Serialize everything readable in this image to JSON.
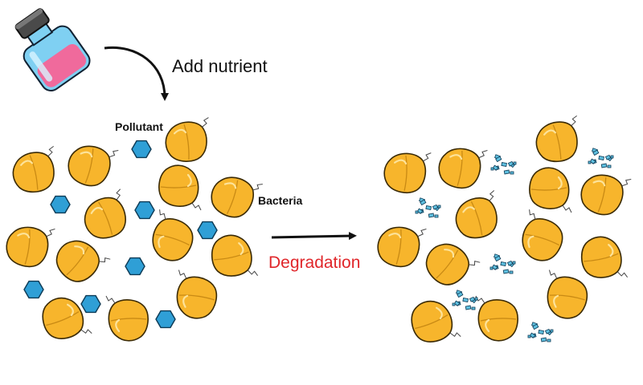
{
  "labels": {
    "add_nutrient": "Add nutrient",
    "pollutant": "Pollutant",
    "bacteria": "Bacteria",
    "degradation": "Degradation"
  },
  "colors": {
    "bacteria_fill": "#f7b52c",
    "bacteria_stroke": "#3a2a05",
    "pollutant_fill": "#2f9fd6",
    "pollutant_stroke": "#0d3a55",
    "fragment_fill": "#5fc0e0",
    "degradation_text": "#e0262a",
    "vial_liquid": "#f06a9c",
    "vial_glass": "#7fd0f2",
    "vial_cap": "#4a4a4a"
  },
  "icons": {
    "vial": "nutrient-vial-icon",
    "bacterium": "bacterium-icon",
    "pollutant": "pollutant-hexagon-icon",
    "fragments": "degraded-fragments-icon",
    "arrow": "arrow-right-icon"
  }
}
